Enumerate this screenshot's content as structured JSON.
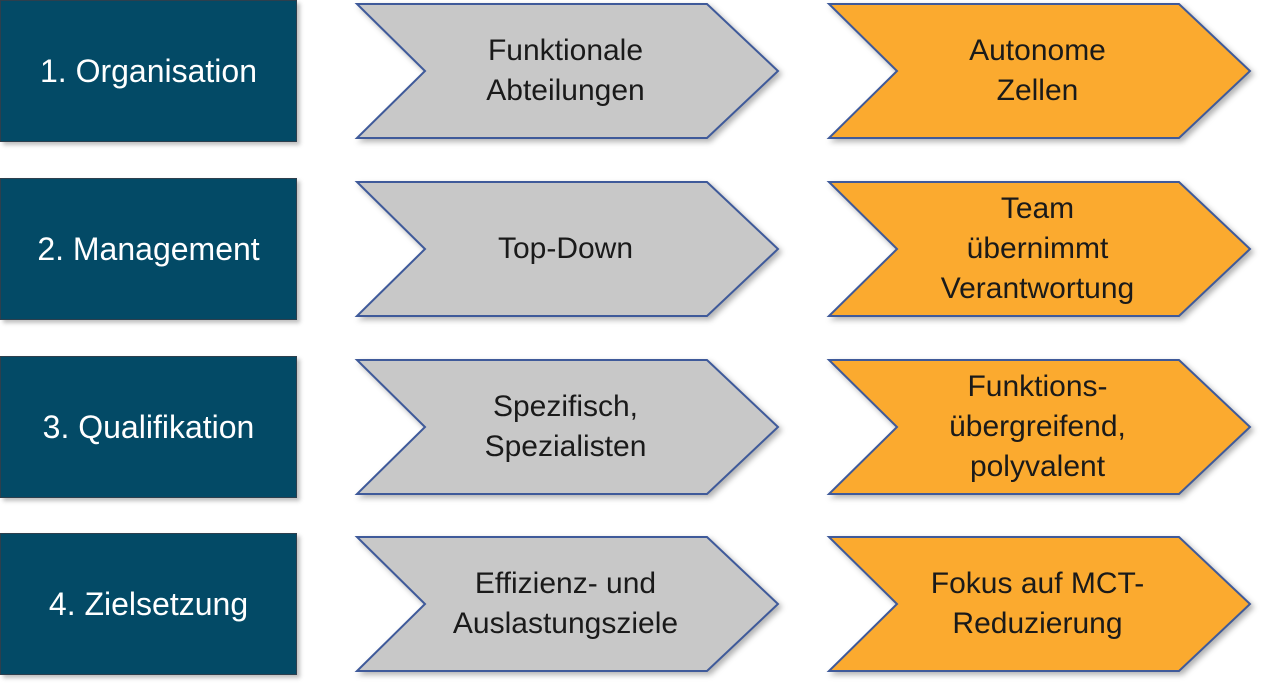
{
  "rows": [
    {
      "category": "1. Organisation",
      "current": "Funktionale\nAbteilungen",
      "target": "Autonome\nZellen"
    },
    {
      "category": "2. Management",
      "current": "Top-Down",
      "target": "Team\nübernimmt\nVerantwortung"
    },
    {
      "category": "3. Qualifikation",
      "current": "Spezifisch,\nSpezialisten",
      "target": "Funktions-\nübergreifend,\npolyvalent"
    },
    {
      "category": "4. Zielsetzung",
      "current": "Effizienz- und\nAuslastungsziele",
      "target": "Fokus auf MCT-\nReduzierung"
    }
  ],
  "colors": {
    "category_fill": "#034a66",
    "current_fill": "#c8c8c8",
    "target_fill": "#fbaa2f",
    "outline": "#3f5a9a"
  }
}
